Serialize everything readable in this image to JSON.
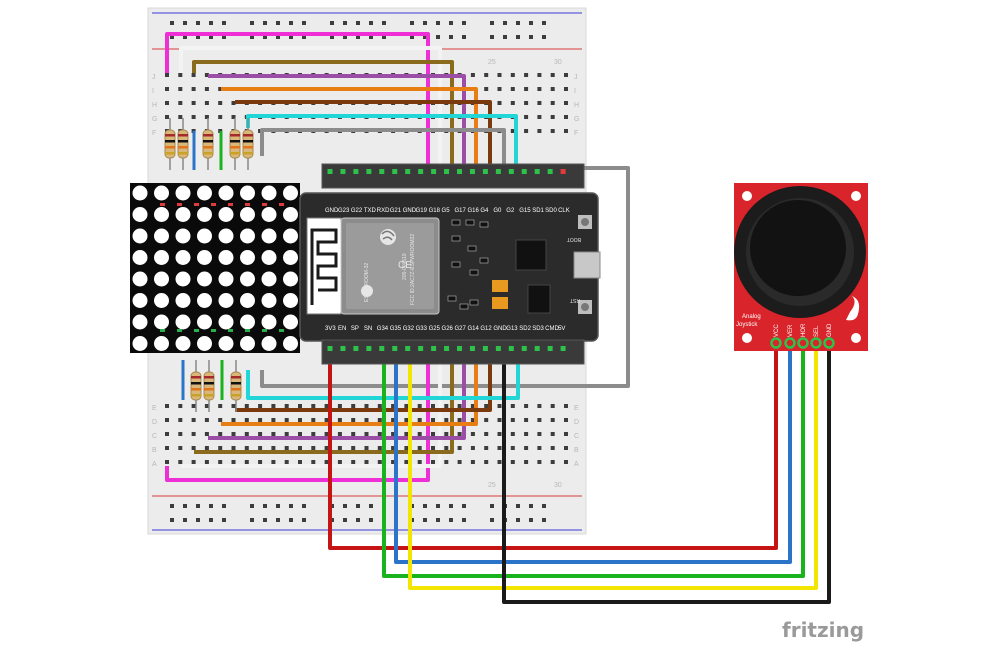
{
  "breadboard": {
    "column_numbers": [
      "25",
      "30"
    ],
    "row_letters_top": [
      "J",
      "I",
      "H",
      "G",
      "F"
    ],
    "row_letters_bottom": [
      "E",
      "D",
      "C",
      "B",
      "A"
    ]
  },
  "esp32": {
    "top_pins": [
      "GND",
      "G23",
      "G22",
      "TXD",
      "RXD",
      "G21",
      "GND",
      "G19",
      "G18",
      "G5",
      "G17",
      "G16",
      "G4",
      "G0",
      "G2",
      "G15",
      "SD1",
      "SD0",
      "CLK"
    ],
    "bottom_pins": [
      "3V3",
      "EN",
      "SP",
      "SN",
      "G34",
      "G35",
      "G32",
      "G33",
      "G25",
      "G26",
      "G27",
      "G14",
      "G12",
      "GND",
      "G13",
      "SD2",
      "SD3",
      "CMD",
      "5V"
    ],
    "module_text": [
      "ESP-WROOM-32",
      "FCC ID:2AC7Z-ESPWROOM32",
      "205-000519"
    ],
    "boot_label": "BOOT",
    "rst_label": "RST"
  },
  "joystick": {
    "title_lines": [
      "Analog",
      "Joystick"
    ],
    "pins": [
      "VCC",
      "VER",
      "HOR",
      "SEL",
      "GND"
    ]
  },
  "brand": "fritzing",
  "colors": {
    "magenta": "#ee2fd6",
    "white": "#f3f3f3",
    "olive": "#8a6a1c",
    "purple": "#9a4ea6",
    "orange": "#e67e14",
    "brown": "#7a3a0e",
    "cyan": "#22d6d8",
    "gray": "#8c8c8c",
    "red": "#c41414",
    "green": "#19b31e",
    "blue": "#2b74c9",
    "yellow": "#f2e600",
    "black": "#1a1a1a",
    "board": "#2b2b2b",
    "sparkfun": "#d8242a"
  }
}
